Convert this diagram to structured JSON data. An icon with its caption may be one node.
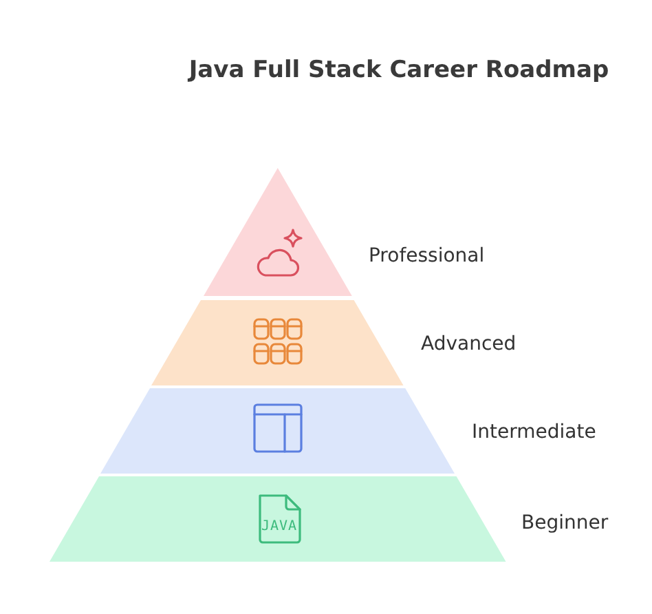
{
  "diagram": {
    "title": "Java Full Stack Career Roadmap",
    "nodes": [
      {
        "text": [
          "Professional"
        ]
      },
      {
        "text": [
          "Advanced"
        ]
      },
      {
        "text": [
          "Intermediate"
        ]
      },
      {
        "text": [
          "Beginner"
        ]
      }
    ],
    "edges": [],
    "labels": [
      "JAVA"
    ]
  }
}
